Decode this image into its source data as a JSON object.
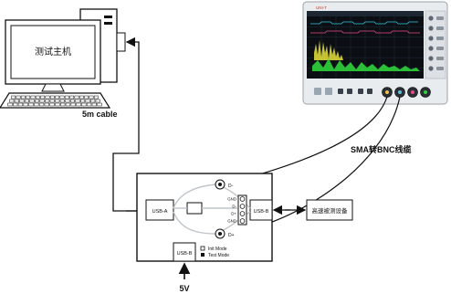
{
  "computer": {
    "screen_text": "测试主机"
  },
  "cable_label": "5m cable",
  "sma_label": "SMA转BNC线缆",
  "power_label": "5V",
  "oscilloscope": {
    "brand": "UNI-T"
  },
  "fixture": {
    "usb_a": "USB-A",
    "usb_b_right": "USB-B",
    "usb_b_bottom": "USB-B",
    "d_minus": "D-",
    "d_plus": "D+",
    "pins": [
      "GND",
      "D-",
      "D+",
      "GND"
    ],
    "mode_init": "Init Mode",
    "mode_test": "Test Mode"
  },
  "device_label": "高速被测设备",
  "colors": {
    "line": "#111111",
    "scope_screen": "#0b0f14",
    "trace_yellow": "#e8e23a",
    "trace_green": "#2fd23b",
    "trace_pink": "#e84a8a",
    "trace_cyan": "#37c6d8"
  }
}
